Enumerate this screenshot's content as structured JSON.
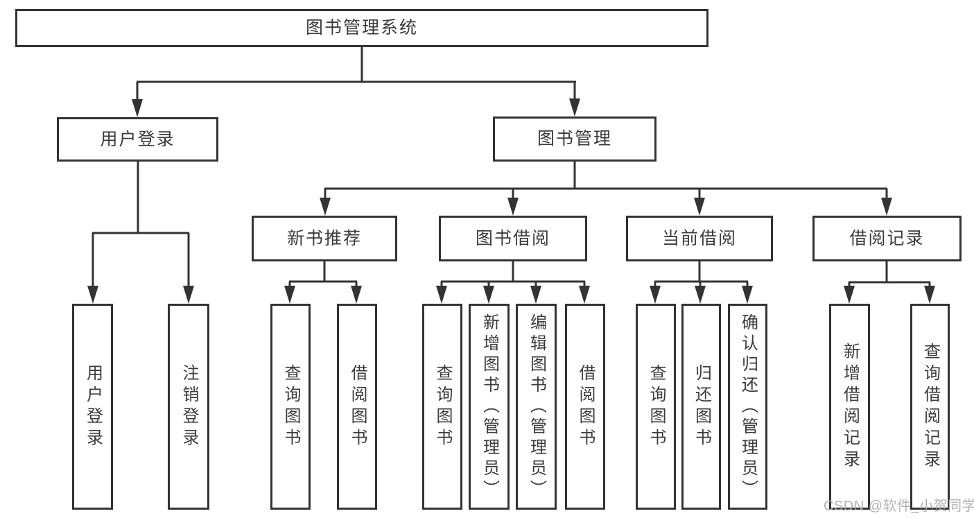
{
  "diagram_title": "图书管理系统",
  "watermark": "CSDN @软件_小贺同学",
  "colors": {
    "line": "#333333",
    "box_border": "#333333",
    "box_background": "#ffffff",
    "text": "#3b3b3b",
    "watermark": "#acacac",
    "page_background": "#ffffff"
  },
  "tree": {
    "label": "图书管理系统",
    "children": [
      {
        "label": "用户登录",
        "children": [
          {
            "label": "用户登录"
          },
          {
            "label": "注销登录"
          }
        ]
      },
      {
        "label": "图书管理",
        "children": [
          {
            "label": "新书推荐",
            "children": [
              {
                "label": "查询图书"
              },
              {
                "label": "借阅图书"
              }
            ]
          },
          {
            "label": "图书借阅",
            "children": [
              {
                "label": "查询图书"
              },
              {
                "label": "新增图书（管理员）"
              },
              {
                "label": "编辑图书（管理员）"
              },
              {
                "label": "借阅图书"
              }
            ]
          },
          {
            "label": "当前借阅",
            "children": [
              {
                "label": "查询图书"
              },
              {
                "label": "归还图书"
              },
              {
                "label": "确认归还（管理员）"
              }
            ]
          },
          {
            "label": "借阅记录",
            "children": [
              {
                "label": "新增借阅记录"
              },
              {
                "label": "查询借阅记录"
              }
            ]
          }
        ]
      }
    ]
  }
}
